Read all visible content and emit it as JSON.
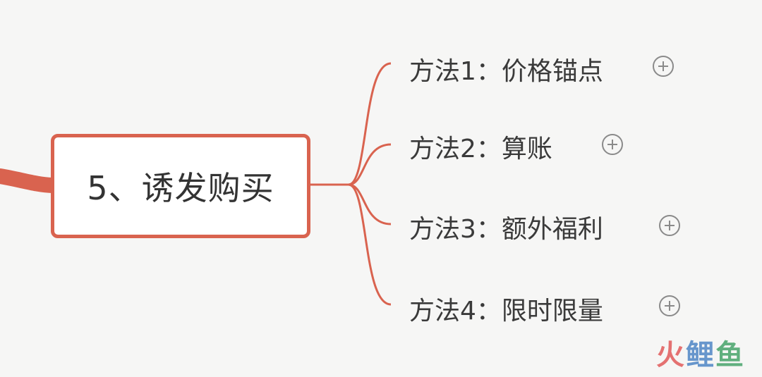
{
  "central": {
    "label": "5、诱发购买"
  },
  "branches": [
    {
      "label": "方法1：价格锚点"
    },
    {
      "label": "方法2：算账"
    },
    {
      "label": "方法3：额外福利"
    },
    {
      "label": "方法4：限时限量"
    }
  ],
  "watermark": {
    "c1": "火",
    "c2": "鲤",
    "c3": "鱼"
  },
  "colors": {
    "accent": "#d9634f",
    "background": "#f6f6f5",
    "text": "#3a3a3a",
    "expand_icon": "#8a8a8a"
  },
  "icons": {
    "expand": "circle-plus-icon"
  }
}
